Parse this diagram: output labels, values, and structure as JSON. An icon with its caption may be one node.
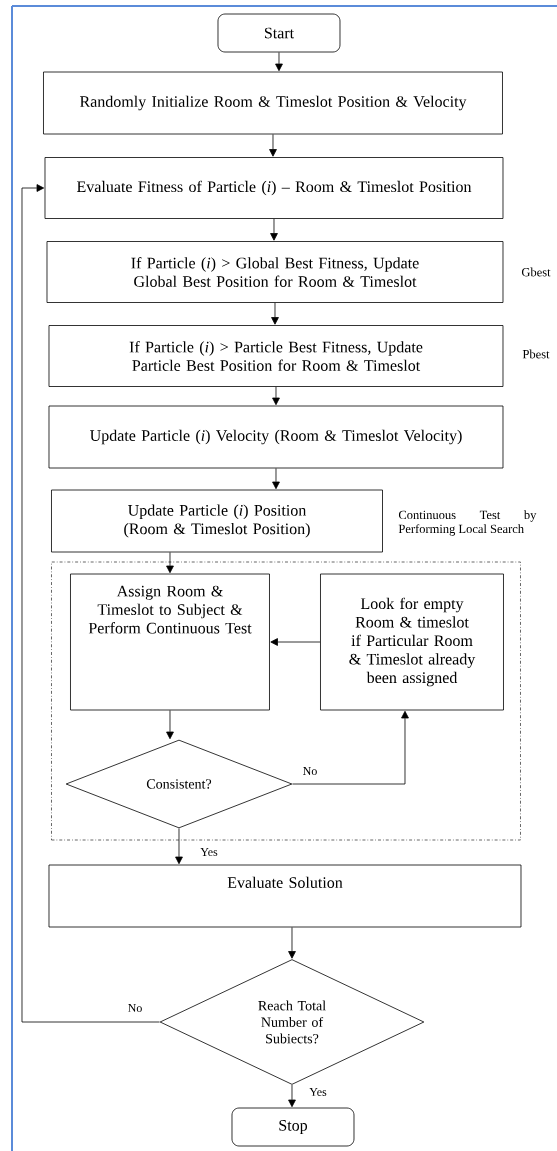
{
  "diagram": {
    "nodes": [
      {
        "text": [
          "Start"
        ]
      },
      {
        "text": [
          "Randomly Initialize Room & Timeslot Position & Velocity"
        ]
      },
      {
        "text": [
          "Evaluate Fitness of Particle (*i*) – Room & Timeslot Position"
        ]
      },
      {
        "text": [
          "If Particle (*i*) > Global Best Fitness, Update Global Best Position for Room & Timeslot"
        ],
        "beside": [
          "Gbest"
        ]
      },
      {
        "text": [
          "If Particle (*i*) > Particle Best Fitness, Update Particle Best Position for Room & Timeslot"
        ],
        "beside": [
          "Pbest"
        ]
      },
      {
        "text": [
          "Update Particle (*i*) Velocity (Room & Timeslot Velocity)"
        ]
      },
      {
        "text": [
          "Update Particle (*i*) Position (Room & Timeslot Position)"
        ]
      },
      {
        "text": [
          "Continuous Test by Performing Local Search"
        ]
      },
      {
        "text": [
          "Assign Room & Timeslot to Subject & Perform Continuous Test"
        ],
        "in": 7
      },
      {
        "text": [
          "Look for empty Room & timeslot if Particular Room & Timeslot already been assigned"
        ],
        "in": 7
      },
      {
        "text": [
          "Consistent?"
        ],
        "in": 7
      },
      {
        "text": [
          "Evaluate Solution"
        ]
      },
      {
        "text": [
          "Reach Total Number of Subiects?"
        ]
      },
      {
        "text": [
          "Stop"
        ]
      }
    ],
    "edges": [
      {
        "from": 0,
        "to": 1,
        "arrow": "to"
      },
      {
        "from": 1,
        "to": 2,
        "arrow": "to"
      },
      {
        "from": 2,
        "to": 3,
        "arrow": "to"
      },
      {
        "from": 3,
        "to": 4,
        "arrow": "to"
      },
      {
        "from": 4,
        "to": 5,
        "arrow": "to"
      },
      {
        "from": 5,
        "to": 6,
        "arrow": "to"
      },
      {
        "from": 6,
        "to": 8,
        "arrow": "to"
      },
      {
        "from": 8,
        "to": 10,
        "arrow": "to"
      },
      {
        "from": 10,
        "to": 9,
        "arrow": "to",
        "label": "No"
      },
      {
        "from": 9,
        "to": 8,
        "arrow": "to"
      },
      {
        "from": 10,
        "to": 11,
        "arrow": "to",
        "label": "Yes"
      },
      {
        "from": 11,
        "to": 12,
        "arrow": "to"
      },
      {
        "from": 12,
        "to": 2,
        "arrow": "to",
        "label": "No"
      },
      {
        "from": 12,
        "to": 13,
        "arrow": "to",
        "label": "Yes"
      }
    ]
  }
}
